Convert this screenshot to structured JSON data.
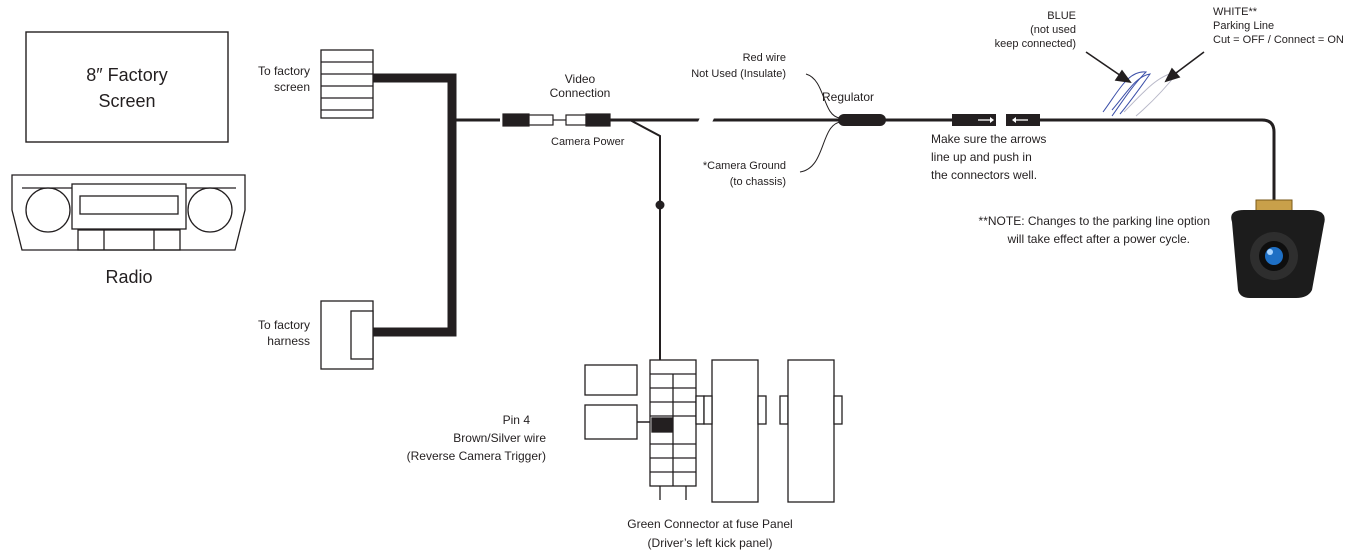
{
  "screen": {
    "line1": "8″ Factory",
    "line2": "Screen"
  },
  "radio_label": "Radio",
  "harness": {
    "to_screen_1": "To factory",
    "to_screen_2": "screen",
    "to_harness_1": "To factory",
    "to_harness_2": "harness"
  },
  "video": {
    "line1": "Video",
    "line2": "Connection",
    "camera_power": "Camera Power"
  },
  "red_wire": {
    "line1": "Red wire",
    "line2": "Not Used (Insulate)"
  },
  "ground": {
    "line1": "*Camera Ground",
    "line2": "(to chassis)"
  },
  "regulator": "Regulator",
  "arrows_note": {
    "line1": "Make sure the arrows",
    "line2": "line up and push in",
    "line3": "the connectors well."
  },
  "blue": {
    "line1": "BLUE",
    "line2": "(not used",
    "line3": "keep connected)"
  },
  "white": {
    "line1": "WHITE**",
    "line2": "Parking Line",
    "line3": "Cut = OFF  /  Connect = ON"
  },
  "note": {
    "line1": "**NOTE: Changes to the parking line option",
    "line2": "will take effect after a power cycle."
  },
  "pin": {
    "line1": "Pin 4",
    "line2": "Brown/Silver wire",
    "line3": "(Reverse Camera Trigger)"
  },
  "green": {
    "line1": "Green Connector at fuse Panel",
    "line2": "(Driver’s left kick panel)"
  },
  "colors": {
    "line": "#231f20",
    "blue_wire": "#3b4fa8",
    "camera_body": "#1c1c1c",
    "camera_lens": "#1e6fc4",
    "camera_mount": "#c9a04a"
  }
}
